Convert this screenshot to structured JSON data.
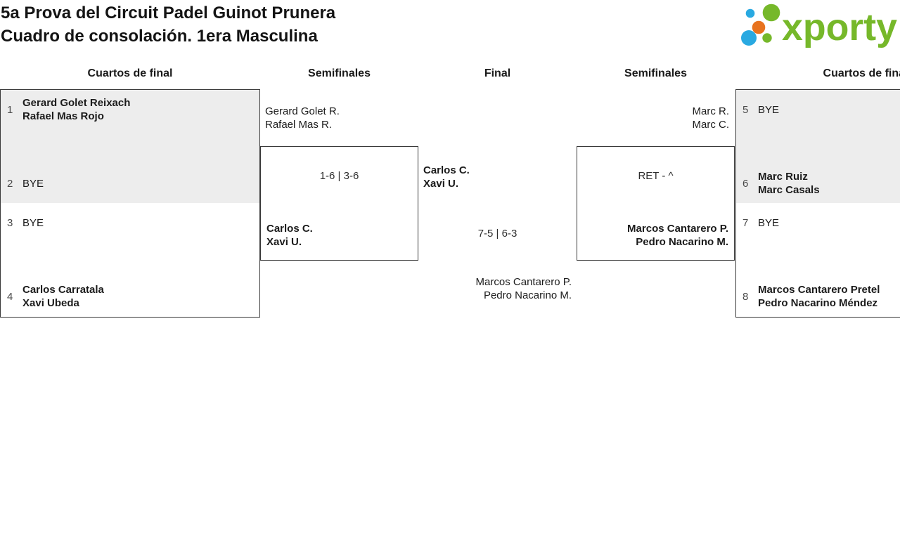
{
  "header": {
    "title_line1": "5a Prova del Circuit Padel Guinot Prunera",
    "title_line2": "Cuadro de consolación. 1era Masculina",
    "logo_text": "xporty",
    "logo_colors": {
      "green": "#76b82a",
      "blue": "#29a9e1",
      "orange": "#e8731e"
    }
  },
  "rounds": {
    "r1": "Cuartos de final",
    "r2": "Semifinales",
    "r3": "Final",
    "r4": "Semifinales",
    "r5": "Cuartos de final"
  },
  "bracket": {
    "left_qf_a": {
      "e1": {
        "seed": "1",
        "line1": "Gerard Golet Reixach",
        "line2": "Rafael Mas Rojo",
        "winner": true
      },
      "e2": {
        "seed": "2",
        "line1": "BYE",
        "line2": "",
        "winner": false
      }
    },
    "left_qf_b": {
      "e1": {
        "seed": "3",
        "line1": "BYE",
        "line2": "",
        "winner": false
      },
      "e2": {
        "seed": "4",
        "line1": "Carlos Carratala",
        "line2": "Xavi Ubeda",
        "winner": true
      }
    },
    "left_sf": {
      "top_line1": "Gerard Golet R.",
      "top_line2": "Rafael Mas R.",
      "top_winner": false,
      "score": "1-6 | 3-6",
      "bottom_line1": "Carlos C.",
      "bottom_line2": "Xavi U.",
      "bottom_winner": true
    },
    "final": {
      "top_line1": "Carlos C.",
      "top_line2": "Xavi U.",
      "top_winner": true,
      "score": "7-5 | 6-3",
      "bottom_line1": "Marcos Cantarero P.",
      "bottom_line2": "Pedro Nacarino M.",
      "bottom_winner": false
    },
    "right_sf": {
      "top_line1": "Marc R.",
      "top_line2": "Marc C.",
      "top_winner": false,
      "score": "RET - ^",
      "bottom_line1": "Marcos Cantarero P.",
      "bottom_line2": "Pedro Nacarino M.",
      "bottom_winner": true
    },
    "right_qf_a": {
      "e1": {
        "seed": "5",
        "line1": "BYE",
        "line2": "",
        "winner": false
      },
      "e2": {
        "seed": "6",
        "line1": "Marc Ruiz",
        "line2": "Marc Casals",
        "winner": true
      }
    },
    "right_qf_b": {
      "e1": {
        "seed": "7",
        "line1": "BYE",
        "line2": "",
        "winner": false
      },
      "e2": {
        "seed": "8",
        "line1": "Marcos Cantarero Pretel",
        "line2": "Pedro Nacarino Méndez",
        "winner": true
      }
    }
  }
}
